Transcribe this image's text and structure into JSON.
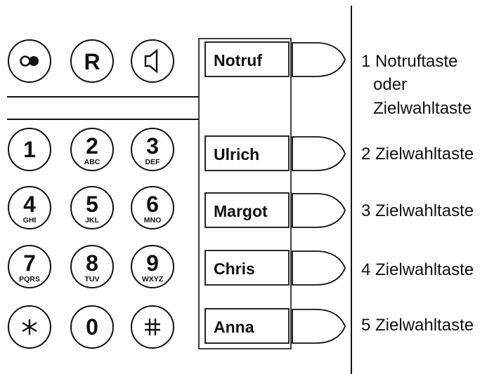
{
  "function_keys": {
    "r_label": "R"
  },
  "keypad": [
    {
      "digit": "1",
      "letters": ""
    },
    {
      "digit": "2",
      "letters": "ABC"
    },
    {
      "digit": "3",
      "letters": "DEF"
    },
    {
      "digit": "4",
      "letters": "GHI"
    },
    {
      "digit": "5",
      "letters": "JKL"
    },
    {
      "digit": "6",
      "letters": "MNO"
    },
    {
      "digit": "7",
      "letters": "PQRS"
    },
    {
      "digit": "8",
      "letters": "TUV"
    },
    {
      "digit": "9",
      "letters": "WXYZ"
    },
    {
      "digit": "*",
      "letters": "",
      "icon": "asterisk-icon"
    },
    {
      "digit": "0",
      "letters": ""
    },
    {
      "digit": "#",
      "letters": "",
      "icon": "hash-icon"
    }
  ],
  "destination_keys": [
    {
      "label": "Notruf"
    },
    {
      "label": "Ulrich"
    },
    {
      "label": "Margot"
    },
    {
      "label": "Chris"
    },
    {
      "label": "Anna"
    }
  ],
  "captions": {
    "key1": [
      "1 Notruftaste",
      "oder",
      "Zielwahltaste"
    ],
    "key2": "2 Zielwahltaste",
    "key3": "3 Zielwahltaste",
    "key4": "4 Zielwahltaste",
    "key5": "5 Zielwahltaste"
  }
}
